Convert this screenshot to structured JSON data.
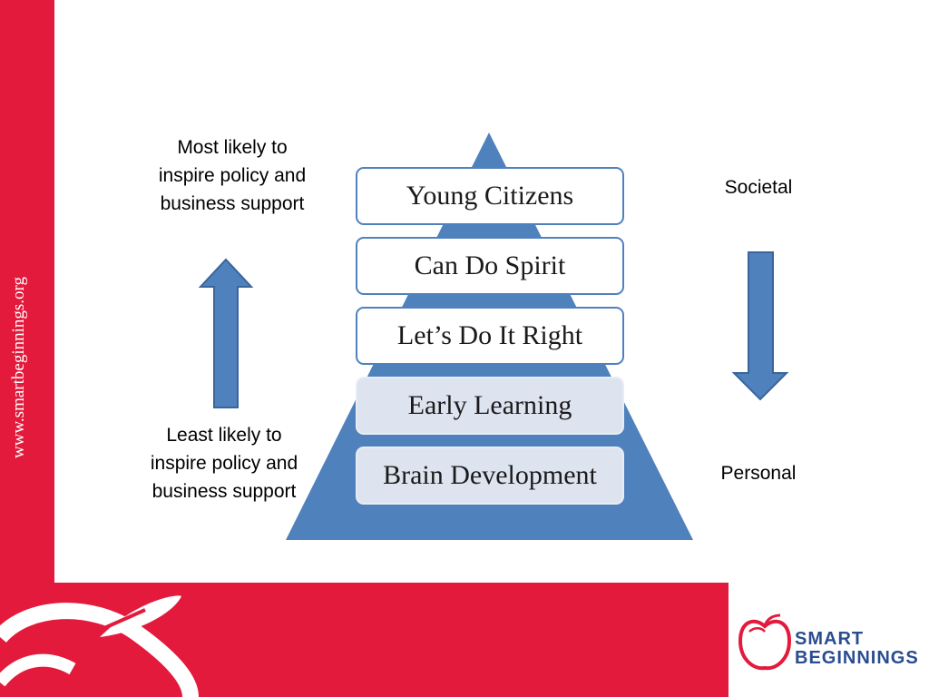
{
  "sidebar": {
    "url": "www.smartbeginnings.org"
  },
  "pyramid": {
    "levels": [
      "Young Citizens",
      "Can Do Spirit",
      "Let’s Do It Right",
      "Early Learning",
      "Brain Development"
    ]
  },
  "left_labels": {
    "top": [
      "Most likely to",
      "inspire policy and",
      "business support"
    ],
    "bottom": [
      "Least likely to",
      "inspire policy and",
      "business support"
    ]
  },
  "right_labels": {
    "top": "Societal",
    "bottom": "Personal"
  },
  "logo": {
    "line1": "SMART",
    "line2": "BEGINNINGS"
  },
  "colors": {
    "brand_red": "#e31a3c",
    "pyramid_blue": "#4f81bd",
    "logo_blue": "#2a4d8f"
  }
}
